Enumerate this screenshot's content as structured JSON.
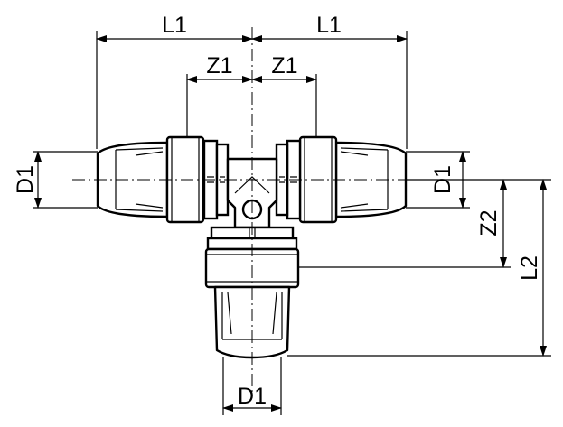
{
  "diagram": {
    "labels": {
      "l1_left": "L1",
      "l1_right": "L1",
      "z1_left": "Z1",
      "z1_right": "Z1",
      "d1_left": "D1",
      "d1_right": "D1",
      "d1_bottom": "D1",
      "z2": "Z2",
      "l2": "L2"
    },
    "colors": {
      "line": "#000000",
      "background": "#ffffff"
    }
  }
}
